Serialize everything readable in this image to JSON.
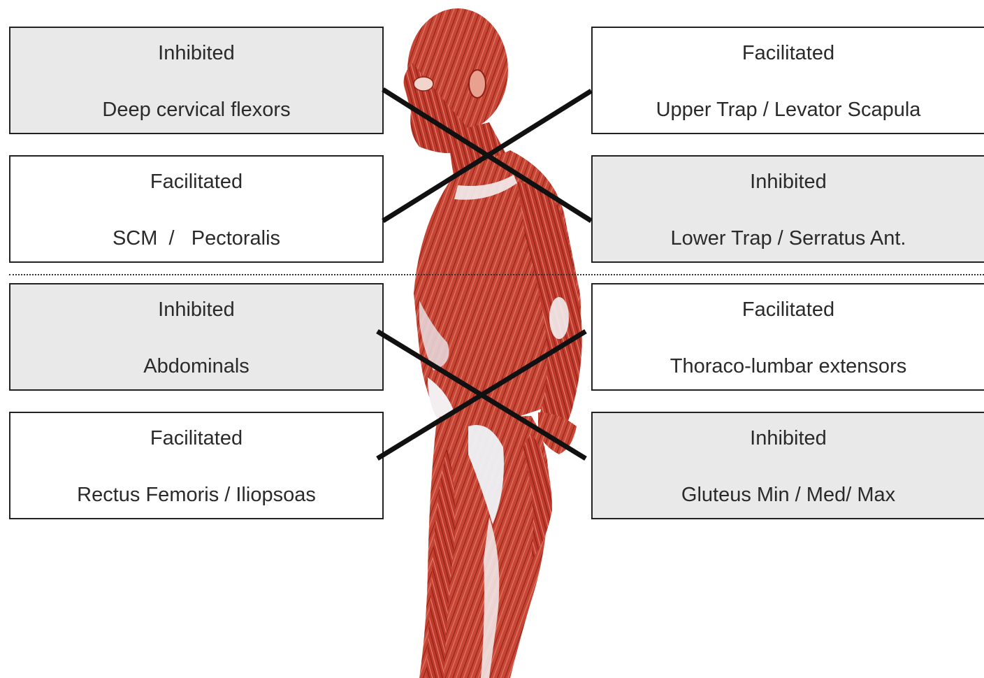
{
  "boxes": [
    {
      "status": "Inhibited",
      "muscles": "Deep cervical flexors"
    },
    {
      "status": "Facilitated",
      "muscles": "Upper Trap / Levator Scapula"
    },
    {
      "status": "Facilitated",
      "muscles": "SCM  /   Pectoralis"
    },
    {
      "status": "Inhibited",
      "muscles": "Lower Trap / Serratus Ant."
    },
    {
      "status": "Inhibited",
      "muscles": "Abdominals"
    },
    {
      "status": "Facilitated",
      "muscles": "Thoraco-lumbar extensors"
    },
    {
      "status": "Facilitated",
      "muscles": "Rectus Femoris / Iliopsoas"
    },
    {
      "status": "Inhibited",
      "muscles": "Gluteus Min / Med/ Max"
    }
  ],
  "colors": {
    "muscle_red": "#c0392b",
    "muscle_dark": "#8e1f14",
    "muscle_light": "#e8a18f",
    "tendon": "#f3eef0",
    "inhibited_fill": "#e9e9e9",
    "facilitated_fill": "#ffffff",
    "cross_lines": "#111111"
  }
}
